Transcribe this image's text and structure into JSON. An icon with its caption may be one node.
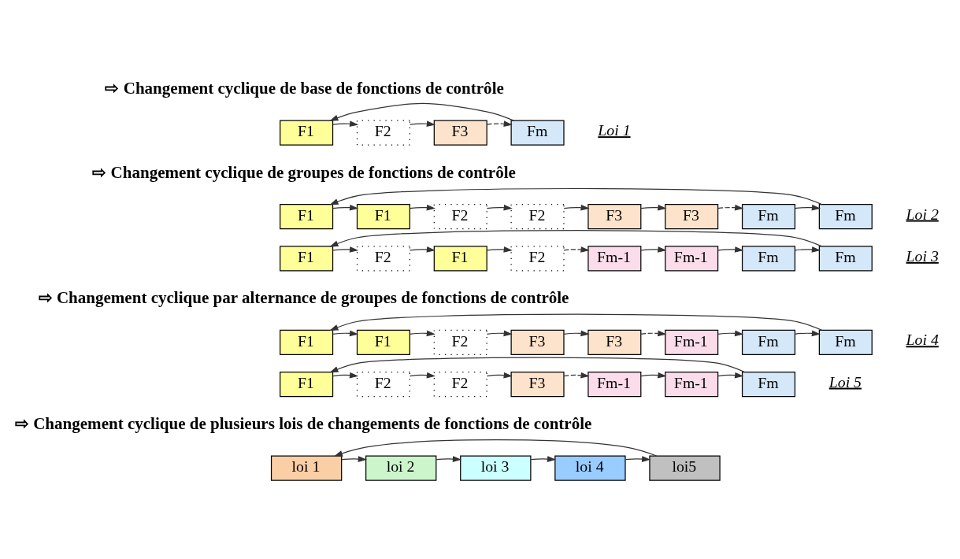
{
  "diagram": {
    "nodes": [
      {
        "text": [
          "F1"
        ]
      },
      {
        "text": [
          "F2"
        ]
      },
      {
        "text": [
          "F3"
        ]
      },
      {
        "text": [
          "Fm"
        ]
      },
      {
        "text": [
          "Loi 1"
        ]
      },
      {
        "text": [
          "F1"
        ]
      },
      {
        "text": [
          "F1"
        ]
      },
      {
        "text": [
          "F2"
        ]
      },
      {
        "text": [
          "F2"
        ]
      },
      {
        "text": [
          "F3"
        ]
      },
      {
        "text": [
          "F3"
        ]
      },
      {
        "text": [
          "Fm"
        ]
      },
      {
        "text": [
          "Fm"
        ]
      },
      {
        "text": [
          "Loi 2"
        ]
      },
      {
        "text": [
          "F1"
        ]
      },
      {
        "text": [
          "F2"
        ]
      },
      {
        "text": [
          "F1"
        ]
      },
      {
        "text": [
          "F2"
        ]
      },
      {
        "text": [
          "Fm-1"
        ]
      },
      {
        "text": [
          "Fm-1"
        ]
      },
      {
        "text": [
          "Fm"
        ]
      },
      {
        "text": [
          "Fm"
        ]
      },
      {
        "text": [
          "Loi 3"
        ]
      },
      {
        "text": [
          "F1"
        ]
      },
      {
        "text": [
          "F1"
        ]
      },
      {
        "text": [
          "F2"
        ]
      },
      {
        "text": [
          "F3"
        ]
      },
      {
        "text": [
          "F3"
        ]
      },
      {
        "text": [
          "Fm-1"
        ]
      },
      {
        "text": [
          "Fm"
        ]
      },
      {
        "text": [
          "Fm"
        ]
      },
      {
        "text": [
          "Loi 4"
        ]
      },
      {
        "text": [
          "F1"
        ]
      },
      {
        "text": [
          "F2"
        ]
      },
      {
        "text": [
          "F2"
        ]
      },
      {
        "text": [
          "F3"
        ]
      },
      {
        "text": [
          "Fm-1"
        ]
      },
      {
        "text": [
          "Fm-1"
        ]
      },
      {
        "text": [
          "Fm"
        ]
      },
      {
        "text": [
          "Loi 5"
        ]
      },
      {
        "text": [
          "loi 1"
        ]
      },
      {
        "text": [
          "loi 2"
        ]
      },
      {
        "text": [
          "loi 3"
        ]
      },
      {
        "text": [
          "loi 4"
        ]
      },
      {
        "text": [
          "loi5"
        ]
      }
    ],
    "edges": [
      {
        "from": 0,
        "to": 1,
        "arrow": "to"
      },
      {
        "from": 1,
        "to": 2,
        "arrow": "to"
      },
      {
        "from": 2,
        "to": 3,
        "arrow": "to",
        "style": "dashed"
      },
      {
        "from": 3,
        "to": 0,
        "arrow": "to"
      },
      {
        "from": 5,
        "to": 6,
        "arrow": "to"
      },
      {
        "from": 6,
        "to": 7,
        "arrow": "to"
      },
      {
        "from": 7,
        "to": 8,
        "arrow": "to"
      },
      {
        "from": 8,
        "to": 9,
        "arrow": "to"
      },
      {
        "from": 9,
        "to": 10,
        "arrow": "to"
      },
      {
        "from": 10,
        "to": 11,
        "arrow": "to",
        "style": "dashed"
      },
      {
        "from": 11,
        "to": 12,
        "arrow": "to"
      },
      {
        "from": 12,
        "to": 5,
        "arrow": "to"
      },
      {
        "from": 14,
        "to": 15,
        "arrow": "to"
      },
      {
        "from": 15,
        "to": 16,
        "arrow": "to"
      },
      {
        "from": 16,
        "to": 17,
        "arrow": "to"
      },
      {
        "from": 17,
        "to": 18,
        "arrow": "to",
        "style": "dashed"
      },
      {
        "from": 18,
        "to": 19,
        "arrow": "to"
      },
      {
        "from": 19,
        "to": 20,
        "arrow": "to"
      },
      {
        "from": 20,
        "to": 21,
        "arrow": "to"
      },
      {
        "from": 21,
        "to": 14,
        "arrow": "to"
      },
      {
        "from": 23,
        "to": 24,
        "arrow": "to"
      },
      {
        "from": 24,
        "to": 25,
        "arrow": "to"
      },
      {
        "from": 25,
        "to": 26,
        "arrow": "to"
      },
      {
        "from": 26,
        "to": 27,
        "arrow": "to"
      },
      {
        "from": 27,
        "to": 28,
        "arrow": "to",
        "style": "dashed"
      },
      {
        "from": 28,
        "to": 29,
        "arrow": "to"
      },
      {
        "from": 29,
        "to": 30,
        "arrow": "to"
      },
      {
        "from": 30,
        "to": 23,
        "arrow": "to"
      },
      {
        "from": 32,
        "to": 33,
        "arrow": "to"
      },
      {
        "from": 33,
        "to": 34,
        "arrow": "to"
      },
      {
        "from": 34,
        "to": 35,
        "arrow": "to"
      },
      {
        "from": 35,
        "to": 36,
        "arrow": "to",
        "style": "dashed"
      },
      {
        "from": 36,
        "to": 37,
        "arrow": "to"
      },
      {
        "from": 37,
        "to": 38,
        "arrow": "to"
      },
      {
        "from": 38,
        "to": 32,
        "arrow": "to"
      },
      {
        "from": 40,
        "to": 41,
        "arrow": "to"
      },
      {
        "from": 41,
        "to": 42,
        "arrow": "to"
      },
      {
        "from": 42,
        "to": 43,
        "arrow": "to"
      },
      {
        "from": 43,
        "to": 44,
        "arrow": "to"
      },
      {
        "from": 44,
        "to": 40,
        "arrow": "to"
      }
    ],
    "labels": [
      "⇨ Changement cyclique de base de fonctions de contrôle",
      "⇨ Changement cyclique de groupes de fonctions de contrôle",
      "⇨ Changement cyclique par alternance de groupes de fonctions de contrôle",
      "⇨ Changement cyclique de plusieurs lois de changements de fonctions de contrôle"
    ]
  }
}
